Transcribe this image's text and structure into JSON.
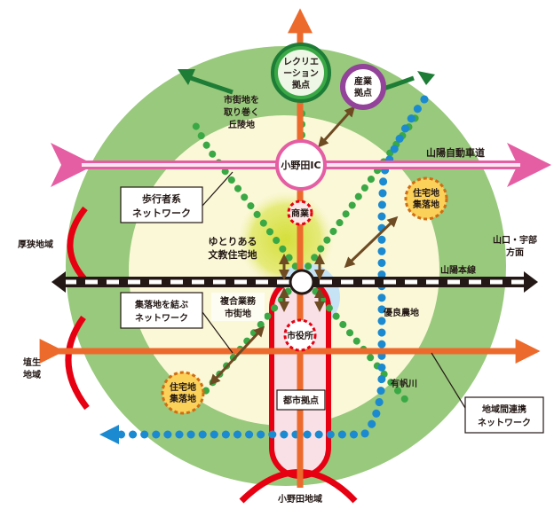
{
  "labels": {
    "recreation_hub": [
      "レクリエ",
      "ーション",
      "拠点"
    ],
    "industry_hub": [
      "産業",
      "拠点"
    ],
    "hills": [
      "市街地を",
      "取り巻く",
      "丘陵地"
    ],
    "onoda_ic": "小野田IC",
    "sanyo_expressway": "山陽自動車道",
    "pedestrian_network": [
      "歩行者系",
      "ネットワーク"
    ],
    "commerce": "商業",
    "residential_upper_right": [
      "住宅地",
      "集落地"
    ],
    "asa_region": "厚狭地域",
    "yamaguchi_ube": [
      "山口・宇部",
      "方面"
    ],
    "yutori": [
      "ゆとりある",
      "文教住宅地"
    ],
    "sanyo_line": "山陽本線",
    "connect_network": [
      "集落地を結ぶ",
      "ネットワーク"
    ],
    "mixed_business": [
      "複合業務",
      "市街地"
    ],
    "farmland": "優良農地",
    "city_hall": "市役所",
    "habu_region": [
      "埴生",
      "地域"
    ],
    "residential_lower_left": [
      "住宅地",
      "集落地"
    ],
    "arihogawa": "有帆川",
    "urban_hub": "都市拠点",
    "regional_network": [
      "地域間連携",
      "ネットワーク"
    ],
    "onoda_region": "小野田地域"
  },
  "colors": {
    "outer_green": "#98c97c",
    "inner_cream": "#fbf8d8",
    "orange": "#ec6a2b",
    "pink": "#e55ea3",
    "red": "#e60012",
    "blue": "#1b8ad0",
    "dot_green": "#3aa845",
    "dark_green": "#1d7c35",
    "purple": "#93439a",
    "brown": "#6e4b22",
    "rail": "#231815",
    "yellow_green": "#d5df3a",
    "light_blue": "#c6e3f5"
  }
}
